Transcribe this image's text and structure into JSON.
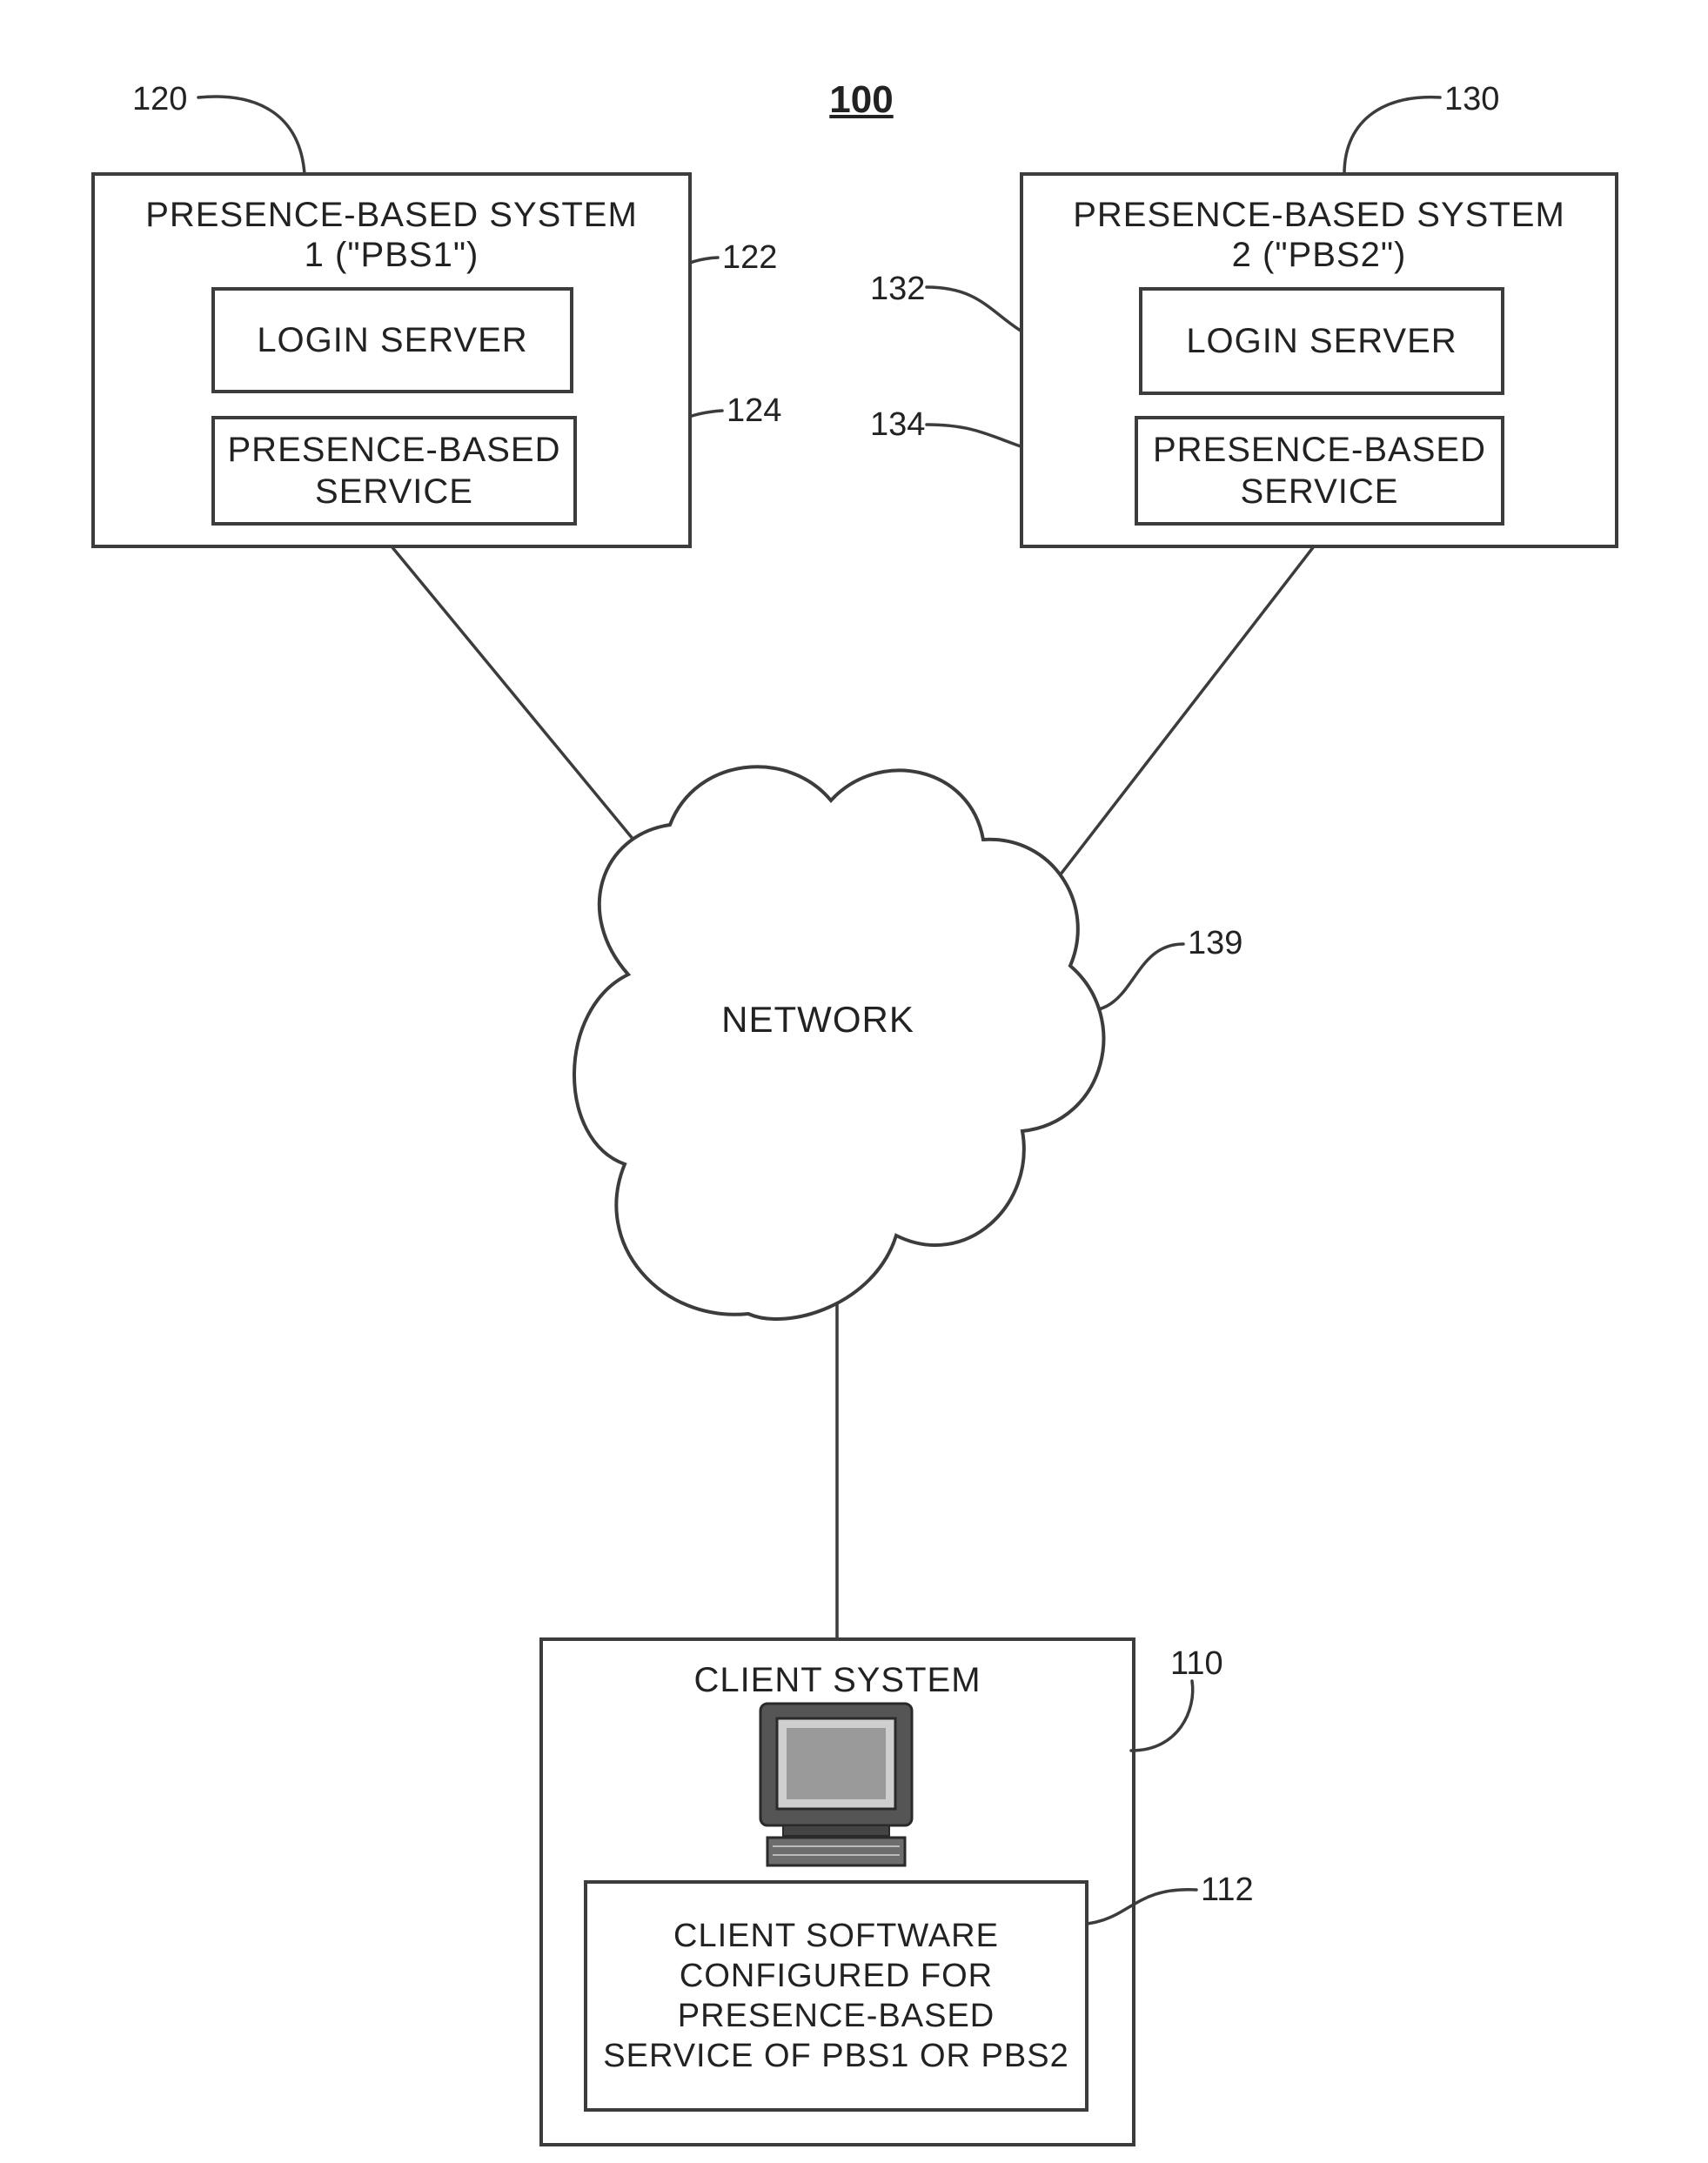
{
  "figure": {
    "label": "100"
  },
  "pbs1": {
    "ref": "120",
    "title_line1": "PRESENCE-BASED SYSTEM",
    "title_line2": "1 (\"PBS1\")",
    "login": {
      "ref": "122",
      "label": "LOGIN SERVER"
    },
    "service": {
      "ref": "124",
      "line1": "PRESENCE-BASED",
      "line2": "SERVICE"
    }
  },
  "pbs2": {
    "ref": "130",
    "title_line1": "PRESENCE-BASED SYSTEM",
    "title_line2": "2 (\"PBS2\")",
    "login": {
      "ref": "132",
      "label": "LOGIN SERVER"
    },
    "service": {
      "ref": "134",
      "line1": "PRESENCE-BASED",
      "line2": "SERVICE"
    }
  },
  "network": {
    "ref": "139",
    "label": "NETWORK"
  },
  "client": {
    "ref": "110",
    "title": "CLIENT SYSTEM",
    "software": {
      "ref": "112",
      "line1": "CLIENT SOFTWARE",
      "line2": "CONFIGURED FOR",
      "line3": "PRESENCE-BASED",
      "line4": "SERVICE OF PBS1 OR PBS2"
    }
  },
  "icons": {
    "computer": "computer-monitor-icon",
    "network": "cloud-icon"
  }
}
